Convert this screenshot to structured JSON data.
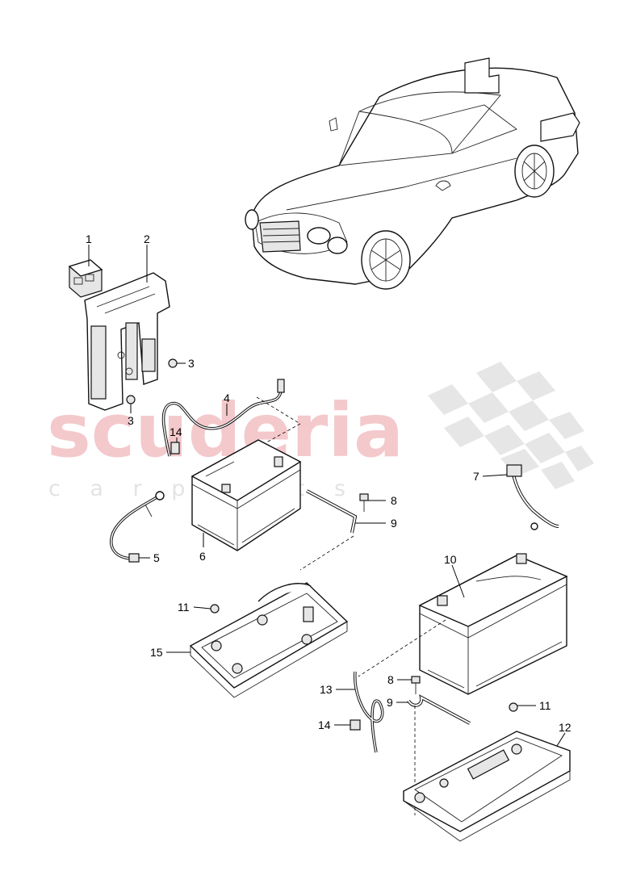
{
  "watermark": {
    "brand": "scuderia",
    "subtitle": "c a r   p a r t s"
  },
  "callouts": [
    {
      "id": "c1",
      "label": "1"
    },
    {
      "id": "c2",
      "label": "2"
    },
    {
      "id": "c3a",
      "label": "3"
    },
    {
      "id": "c3b",
      "label": "3"
    },
    {
      "id": "c4",
      "label": "4"
    },
    {
      "id": "c14a",
      "label": "14"
    },
    {
      "id": "c5",
      "label": "5"
    },
    {
      "id": "c6",
      "label": "6"
    },
    {
      "id": "c7",
      "label": "7"
    },
    {
      "id": "c8a",
      "label": "8"
    },
    {
      "id": "c9a",
      "label": "9"
    },
    {
      "id": "c10",
      "label": "10"
    },
    {
      "id": "c11a",
      "label": "11"
    },
    {
      "id": "c15",
      "label": "15"
    },
    {
      "id": "c13",
      "label": "13"
    },
    {
      "id": "c8b",
      "label": "8"
    },
    {
      "id": "c9b",
      "label": "9"
    },
    {
      "id": "c11b",
      "label": "11"
    },
    {
      "id": "c14b",
      "label": "14"
    },
    {
      "id": "c12",
      "label": "12"
    }
  ]
}
